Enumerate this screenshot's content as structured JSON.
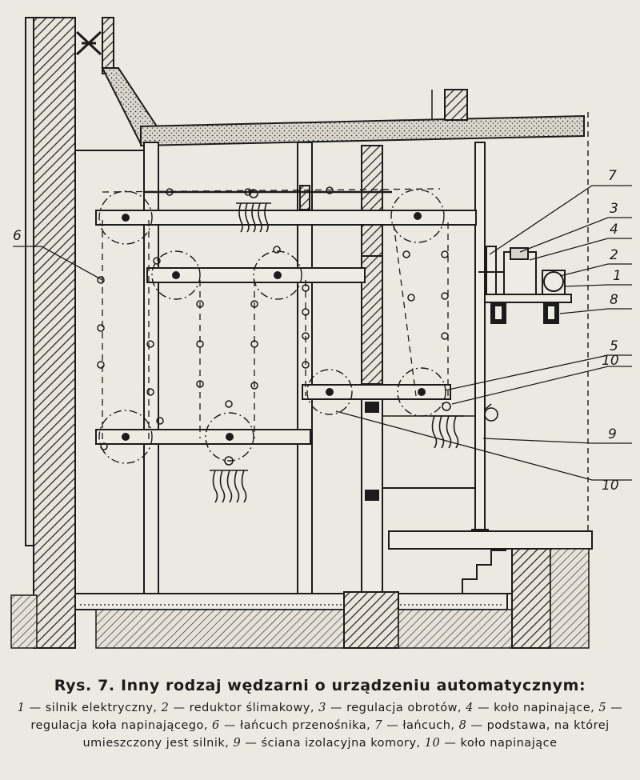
{
  "diagram": {
    "callouts": [
      "7",
      "3",
      "4",
      "2",
      "1",
      "8",
      "5",
      "10",
      "9",
      "10",
      "6"
    ]
  },
  "caption": {
    "title": "Rys. 7. Inny rodzaj wędzarni o urządzeniu automatycznym:",
    "items": [
      {
        "num": "1",
        "text": "silnik elektryczny,"
      },
      {
        "num": "2",
        "text": "reduktor ślimakowy,"
      },
      {
        "num": "3",
        "text": "regulacja obrotów,"
      },
      {
        "num": "4",
        "text": "koło napinające,"
      },
      {
        "num": "5",
        "text": "regulacja koła napinającego,"
      },
      {
        "num": "6",
        "text": "łańcuch przenośnika,"
      },
      {
        "num": "7",
        "text": "łańcuch,"
      },
      {
        "num": "8",
        "text": "podstawa, na której umieszczony jest silnik,"
      },
      {
        "num": "9",
        "text": "ściana izolacyjna komory,"
      },
      {
        "num": "10",
        "text": "koło napinające"
      }
    ]
  }
}
